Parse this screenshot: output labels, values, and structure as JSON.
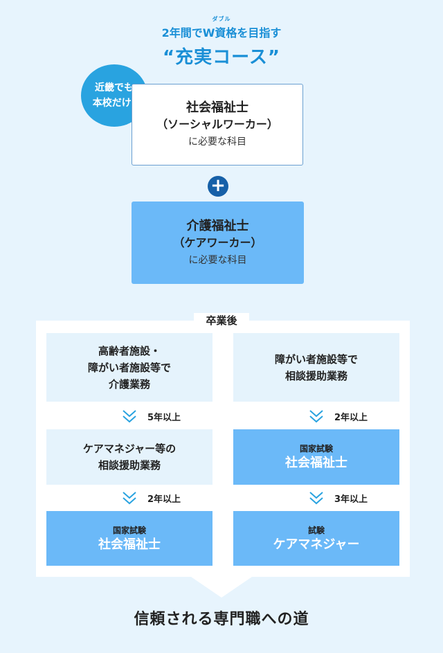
{
  "header": {
    "ruby": "ダブル",
    "headline": "2年間でW資格を目指す",
    "course": "“充実コース”"
  },
  "badge": {
    "line1": "近畿でも",
    "line2": "本校だけ!"
  },
  "box1": {
    "title": "社会福祉士",
    "subtitle": "（ソーシャルワーカー）",
    "note": "に必要な科目"
  },
  "box2": {
    "title": "介護福祉士",
    "subtitle": "（ケアワーカー）",
    "note": "に必要な科目"
  },
  "plus_symbol": "+",
  "after_graduation": {
    "title": "卒業後",
    "left": {
      "job1": [
        "高齢者施設・",
        "障がい者施設等で",
        "介護業務"
      ],
      "step1": "5年以上",
      "job2": [
        "ケアマネジャー等の",
        "相談援助業務"
      ],
      "step2": "2年以上",
      "result_small": "国家試験",
      "result_big": "社会福祉士"
    },
    "right": {
      "job1": [
        "障がい者施設等で",
        "相談援助業務"
      ],
      "step1": "2年以上",
      "result1_small": "国家試験",
      "result1_big": "社会福祉士",
      "step2": "3年以上",
      "result2_small": "試験",
      "result2_big": "ケアマネジャー"
    }
  },
  "footer": "信頼される専門職への道",
  "colors": {
    "accent": "#1a8fd6",
    "badge": "#29a3e0",
    "plus": "#1660a8",
    "blue_box": "#6bb9f8",
    "background": "#e7f4fd"
  }
}
